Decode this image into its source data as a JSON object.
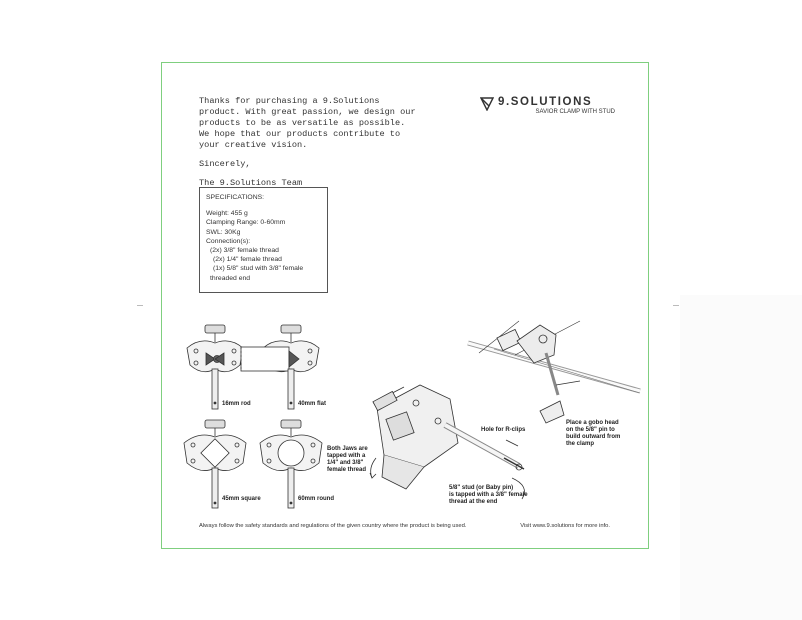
{
  "letter": {
    "paragraph1": "Thanks for purchasing a 9.Solutions product. With great passion, we design our products to be as versatile as possible. We hope that our products contribute to your creative vision.",
    "closing": "Sincerely,",
    "signature": "The 9.Solutions Team"
  },
  "brand": {
    "name": "9.SOLUTIONS",
    "product": "SAVIOR CLAMP WITH STUD"
  },
  "specs": {
    "heading": "SPECIFICATIONS:",
    "weight": "Weight: 455 g",
    "range": "Clamping Range: 0-60mm",
    "swl": "SWL: 30Kg",
    "connections": "Connection(s):",
    "c1": "(2x) 3/8\" female thread",
    "c2": "(2x) 1/4\" female thread",
    "c3a": "(1x) 5/8\" stud with 3/8\" female",
    "c3b": "threaded end"
  },
  "diagram_labels": {
    "rod": "16mm rod",
    "flat": "40mm flat",
    "square": "45mm square",
    "round": "60mm round",
    "jaws1": "Both Jaws are",
    "jaws2": "tapped with a",
    "jaws3": "1/4\" and 3/8\"",
    "jaws4": "female thread",
    "hole": "Hole for R-clips",
    "stud1": "5/8\" stud (or Baby pin)",
    "stud2": "is tapped with a 3/8\" female",
    "stud3": "thread at the end",
    "gobo1": "Place a gobo head",
    "gobo2": "on the 5/8\" pin to",
    "gobo3": "build outward from",
    "gobo4": "the clamp"
  },
  "footer": {
    "safety": "Always follow the safety standards and regulations of the given country where the product is being used.",
    "visit": "Visit www.9.solutions for more info."
  }
}
